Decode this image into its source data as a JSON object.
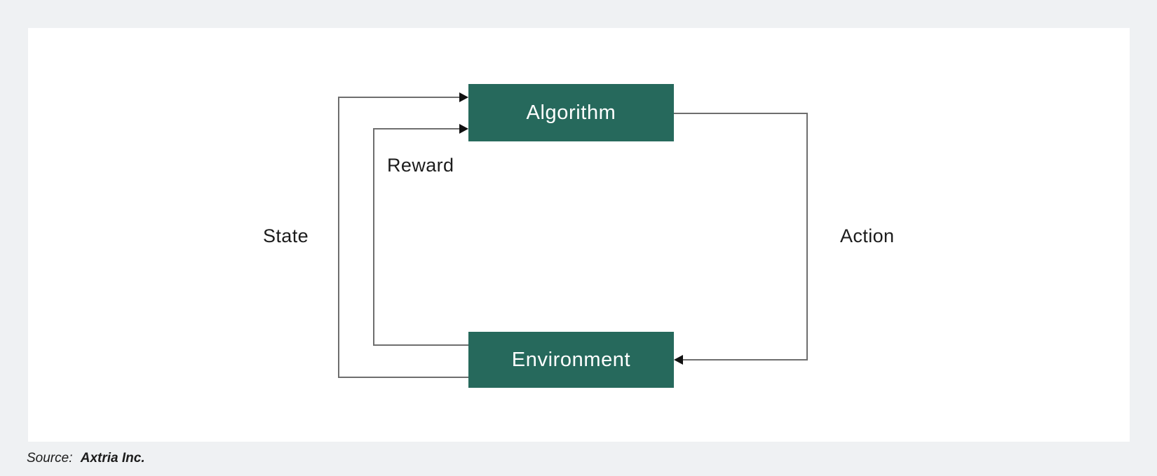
{
  "theme": {
    "background": "#eff1f3",
    "panel_background": "#ffffff",
    "node_fill": "#26695c",
    "node_text_color": "#ffffff",
    "edge_color": "#6e6e6e",
    "arrow_color": "#111111",
    "label_color": "#1c1c1c"
  },
  "diagram": {
    "type": "flow-loop",
    "nodes": [
      {
        "id": "algorithm",
        "label": "Algorithm"
      },
      {
        "id": "environment",
        "label": "Environment"
      }
    ],
    "edges": [
      {
        "from": "environment",
        "to": "algorithm",
        "label": "State",
        "side": "outer-left"
      },
      {
        "from": "environment",
        "to": "algorithm",
        "label": "Reward",
        "side": "inner-left"
      },
      {
        "from": "algorithm",
        "to": "environment",
        "label": "Action",
        "side": "right"
      }
    ],
    "edge_labels": [
      {
        "id": "state",
        "text": "State"
      },
      {
        "id": "reward",
        "text": "Reward"
      },
      {
        "id": "action",
        "text": "Action"
      }
    ]
  },
  "footer": {
    "source_prefix": "Source:",
    "source_name": "Axtria Inc."
  }
}
